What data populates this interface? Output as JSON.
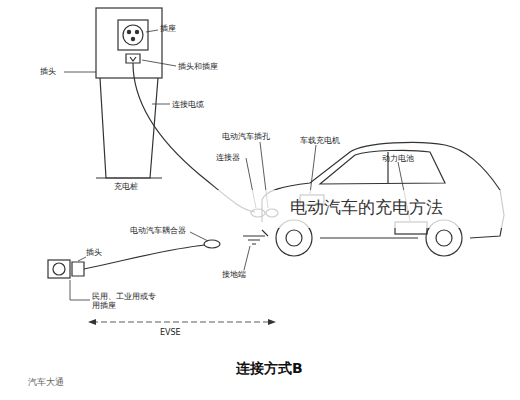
{
  "diagram": {
    "caption": "连接方式B",
    "labels": [
      "插座",
      "插头",
      "插头和插座",
      "连接电缆",
      "充电桩",
      "电动汽车插孔",
      "车载充电机",
      "连接器",
      "动力电池",
      "接地端",
      "电动汽车耦合器",
      "插头",
      "民用、工业用或专用插座",
      "EVSE",
      "电动汽车的充电方法",
      "汽车大通"
    ]
  }
}
